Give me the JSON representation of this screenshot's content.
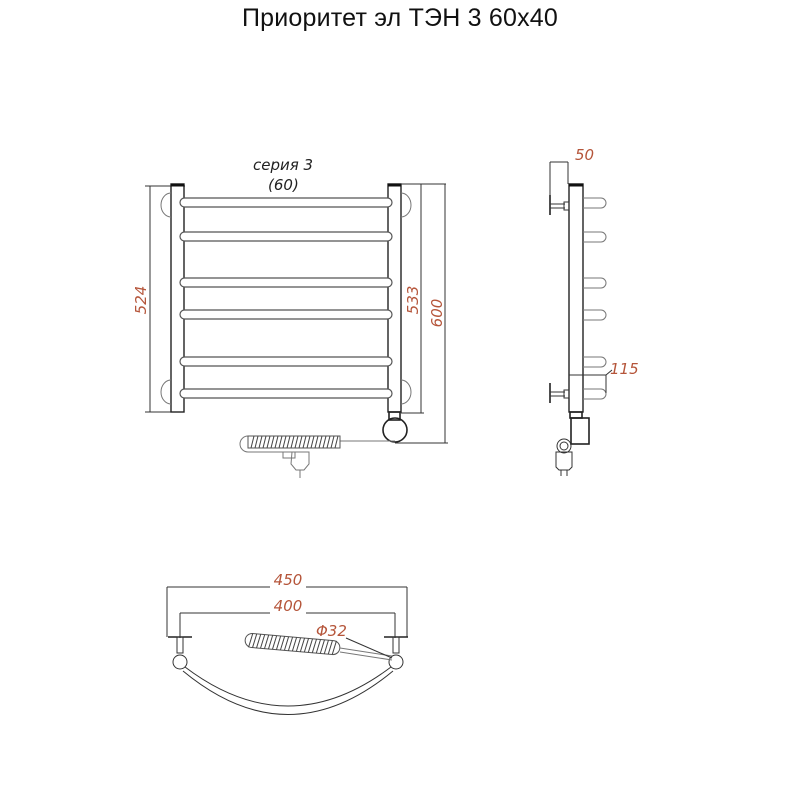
{
  "title": "Приоритет эл ТЭН 3 60x40",
  "front_view": {
    "series_label": "серия 3",
    "series_sub": "(60)",
    "dim_height_left": "524",
    "dim_height_inner": "533",
    "dim_height_total": "600",
    "rails_count": 6
  },
  "side_view": {
    "dim_depth": "50",
    "dim_heater_offset": "115"
  },
  "top_view": {
    "dim_width_total": "450",
    "dim_width_axes": "400",
    "dim_diameter": "Φ32"
  },
  "colors": {
    "dimension_text": "#b5553a",
    "lines": "#333333"
  }
}
